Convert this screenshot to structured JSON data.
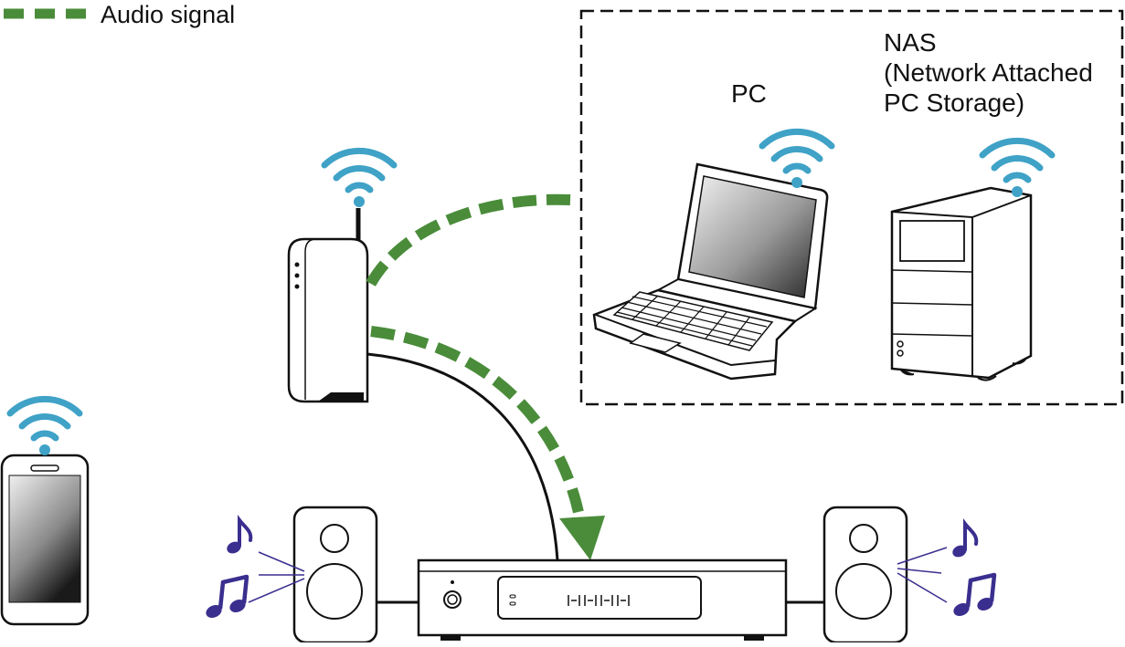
{
  "legend": {
    "audio_signal_label": "Audio signal",
    "audio_signal_color": "#4a8c3a"
  },
  "devices": {
    "pc_label": "PC",
    "nas_label_lines": [
      "NAS",
      "(Network Attached",
      "PC Storage)"
    ]
  },
  "colors": {
    "wifi": "#3fa2c6",
    "music_note": "#3a2f8f",
    "outline": "#111111"
  },
  "icons": [
    "wifi-icon",
    "music-note-icon",
    "router-icon",
    "laptop-icon",
    "nas-icon",
    "smartphone-icon",
    "speaker-icon",
    "network-player-icon"
  ]
}
